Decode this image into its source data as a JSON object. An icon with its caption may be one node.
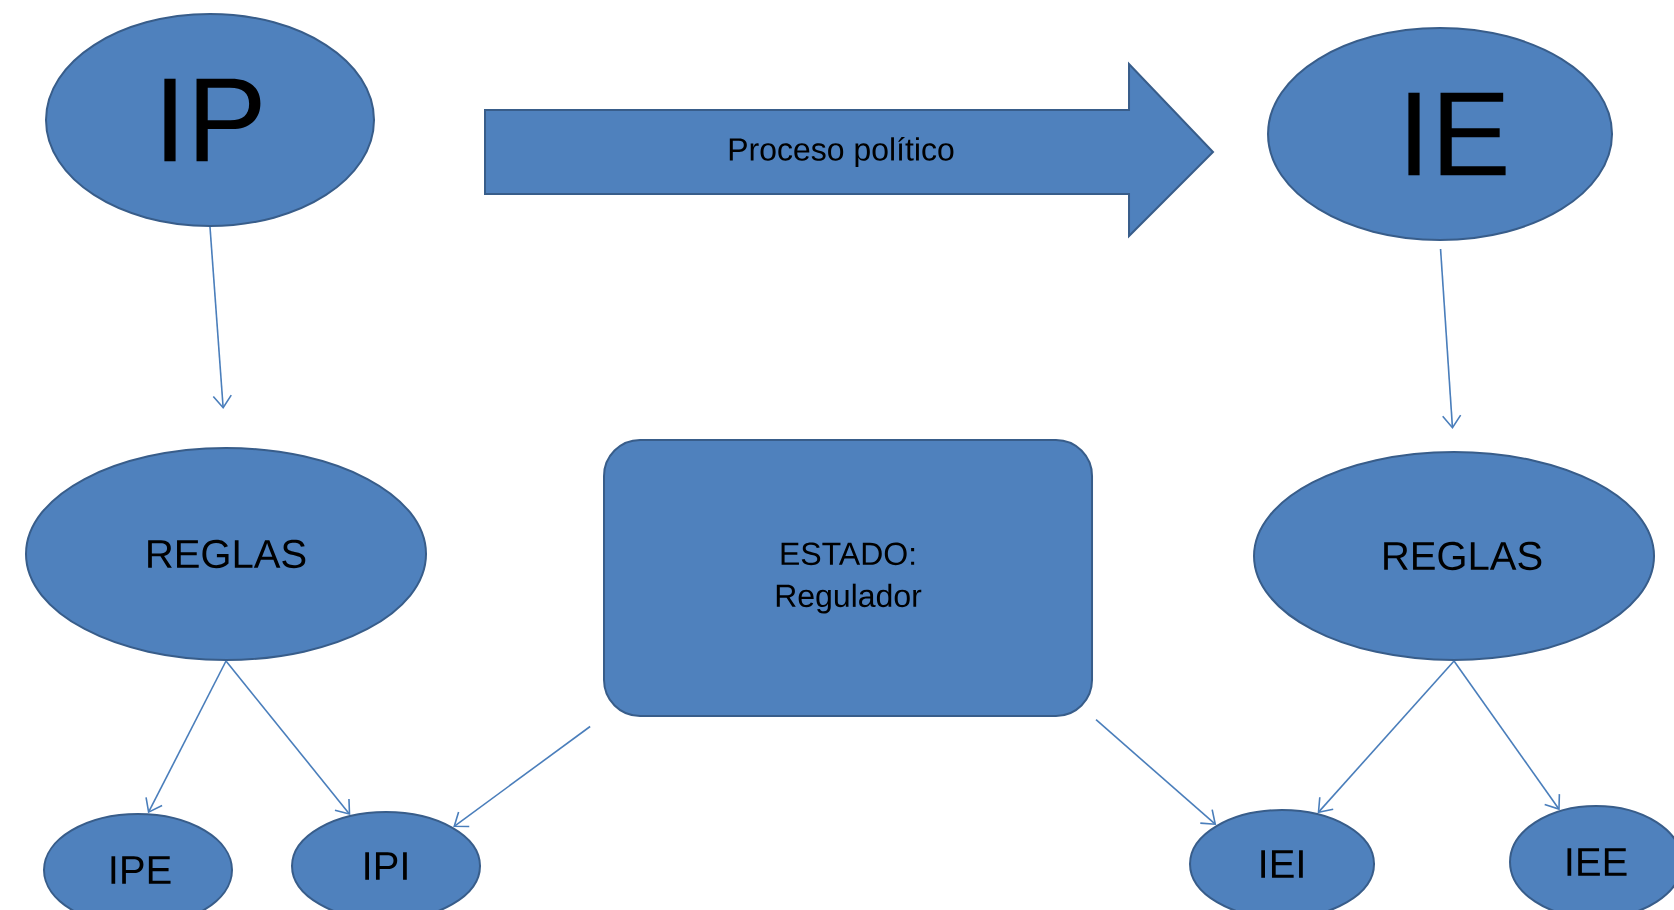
{
  "diagram": {
    "nodes": [
      {
        "text": [
          "IP"
        ]
      },
      {
        "text": [
          "IE"
        ]
      },
      {
        "text": [
          "REGLAS"
        ]
      },
      {
        "text": [
          "ESTADO: Regulador"
        ]
      },
      {
        "text": [
          "REGLAS"
        ]
      },
      {
        "text": [
          "IPE"
        ]
      },
      {
        "text": [
          "IPI"
        ]
      },
      {
        "text": [
          "IEI"
        ]
      },
      {
        "text": [
          "IEE"
        ]
      }
    ],
    "edges": [
      {
        "from": 0,
        "to": 1,
        "arrow": "to",
        "label": "Proceso político",
        "style": "thick"
      },
      {
        "from": 0,
        "to": 2,
        "arrow": "to"
      },
      {
        "from": 1,
        "to": 4,
        "arrow": "to"
      },
      {
        "from": 2,
        "to": 5,
        "arrow": "to"
      },
      {
        "from": 2,
        "to": 6,
        "arrow": "to"
      },
      {
        "from": 3,
        "to": 6,
        "arrow": "to"
      },
      {
        "from": 3,
        "to": 7,
        "arrow": "to"
      },
      {
        "from": 4,
        "to": 7,
        "arrow": "to"
      },
      {
        "from": 4,
        "to": 8,
        "arrow": "to"
      }
    ]
  }
}
